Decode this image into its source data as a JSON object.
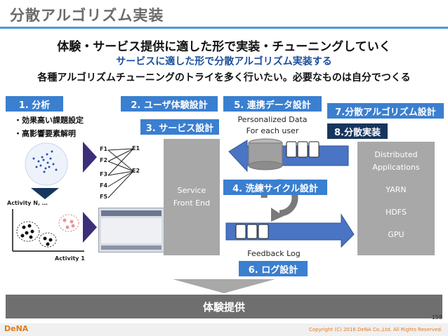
{
  "slide": {
    "title": "分散アルゴリズム実装",
    "headline": "体験・サービス提供に適した形で実装・チューニングしていく",
    "subheadline": "サービスに適した形で分散アルゴリズム実装する",
    "subheadline2": "各種アルゴリズムチューニングのトライを多く行いたい。必要なものは自分でつくる",
    "page_number": "158",
    "copyright": "Copyright (C) 2016 DeNA Co.,Ltd. All Rights Reserved.",
    "logo": "DeNA",
    "colors": {
      "accent": "#3a7fd0",
      "navy": "#17365d",
      "gray": "#a8a8a8"
    }
  },
  "steps": {
    "analysis": "1. 分析",
    "user_experience": "2. ユーザ体験設計",
    "service_design": "3. サービス設計",
    "refine_cycle": "4. 洗練サイクル設計",
    "data_link": "5. 連携データ設計",
    "log_design": "6. ログ設計",
    "distributed_algo": "7.分散アルゴリズム設計",
    "distributed_impl": "8.分散実装"
  },
  "analysis_bullets": [
    "・効果高い課題設定",
    "・高影響要素解明"
  ],
  "cluster_axes": {
    "y": "Activity N, …",
    "x": "Activity 1"
  },
  "network": {
    "factors": [
      "F1",
      "F2",
      "F3",
      "F4",
      "F5"
    ],
    "effects": [
      "E1",
      "E2"
    ]
  },
  "service_box": {
    "line1": "Service",
    "line2": "Front End"
  },
  "personalized_data": {
    "line1": "Personalized Data",
    "line2": "For each user"
  },
  "feedback_log": "Feedback Log",
  "distributed_box": {
    "title1": "Distributed",
    "title2": "Applications",
    "items": [
      "YARN",
      "HDFS",
      "GPU"
    ]
  },
  "bottom_bar": "体験提供"
}
